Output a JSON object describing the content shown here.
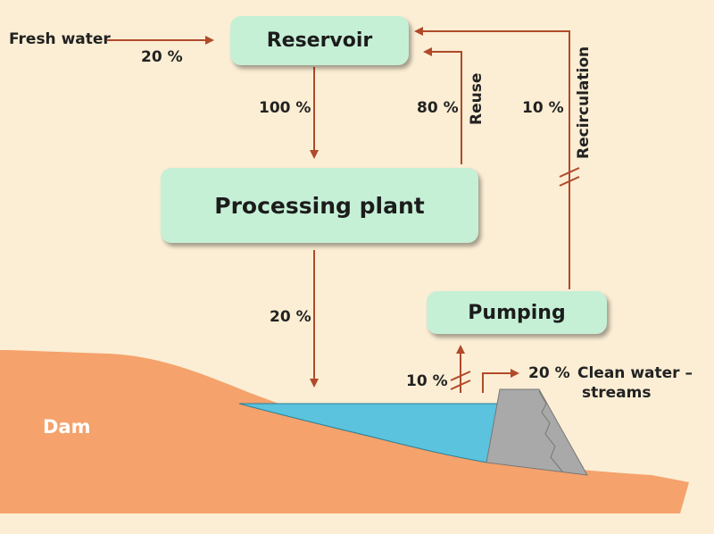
{
  "nodes": {
    "reservoir": "Reservoir",
    "processing_plant": "Processing plant",
    "pumping": "Pumping"
  },
  "labels": {
    "fresh_water": "Fresh water",
    "fresh_water_pct": "20 %",
    "reservoir_to_plant_pct": "100 %",
    "reuse_pct": "80 %",
    "reuse": "Reuse",
    "recirculation_pct": "10 %",
    "recirculation": "Recirculation",
    "plant_to_dam_pct": "20 %",
    "dam_to_pumping_pct": "10 %",
    "clean_water_pct": "20 %",
    "clean_water_line1": "Clean water –",
    "clean_water_line2": "streams",
    "dam": "Dam"
  },
  "colors": {
    "background": "#fbeed4",
    "box": "#c6f0d6",
    "arrow": "#b04a2a",
    "earth": "#f5a26c",
    "water": "#5bc3de",
    "dam_wall": "#a9a9a9"
  }
}
